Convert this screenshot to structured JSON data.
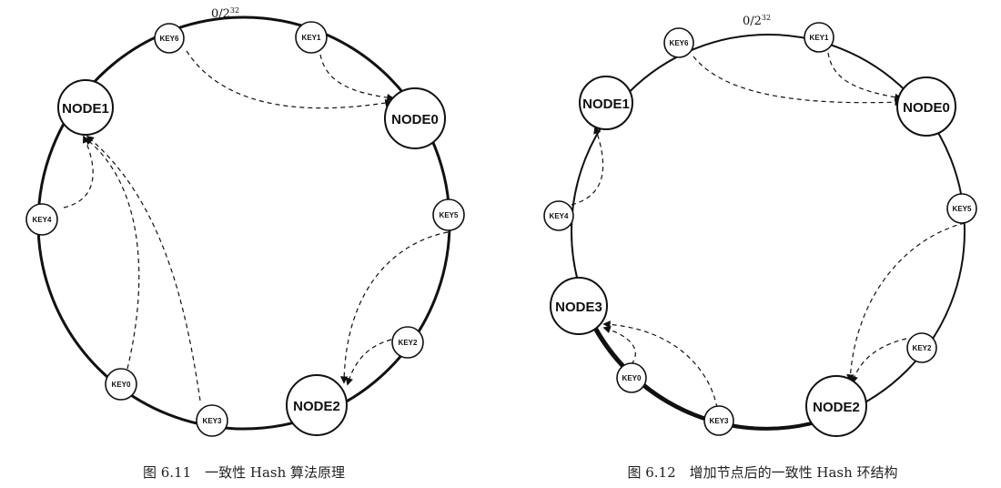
{
  "figures": [
    {
      "top_label": {
        "base": "0/2",
        "exponent": "32"
      },
      "caption": "图 6.11　一致性 Hash 算法原理",
      "nodes": [
        {
          "id": "node1",
          "label": "NODE1"
        },
        {
          "id": "node0",
          "label": "NODE0"
        },
        {
          "id": "node2",
          "label": "NODE2"
        }
      ],
      "keys": [
        {
          "id": "key6",
          "label": "KEY6"
        },
        {
          "id": "key1",
          "label": "KEY1"
        },
        {
          "id": "key5",
          "label": "KEY5"
        },
        {
          "id": "key2",
          "label": "KEY2"
        },
        {
          "id": "key3",
          "label": "KEY3"
        },
        {
          "id": "key0",
          "label": "KEY0"
        },
        {
          "id": "key4",
          "label": "KEY4"
        }
      ]
    },
    {
      "top_label": {
        "base": "0/2",
        "exponent": "32"
      },
      "caption": "图 6.12　增加节点后的一致性 Hash 环结构",
      "nodes": [
        {
          "id": "node1",
          "label": "NODE1"
        },
        {
          "id": "node0",
          "label": "NODE0"
        },
        {
          "id": "node3",
          "label": "NODE3"
        },
        {
          "id": "node2",
          "label": "NODE2"
        }
      ],
      "keys": [
        {
          "id": "key6",
          "label": "KEY6"
        },
        {
          "id": "key1",
          "label": "KEY1"
        },
        {
          "id": "key5",
          "label": "KEY5"
        },
        {
          "id": "key2",
          "label": "KEY2"
        },
        {
          "id": "key3",
          "label": "KEY3"
        },
        {
          "id": "key0",
          "label": "KEY0"
        },
        {
          "id": "key4",
          "label": "KEY4"
        }
      ]
    }
  ]
}
